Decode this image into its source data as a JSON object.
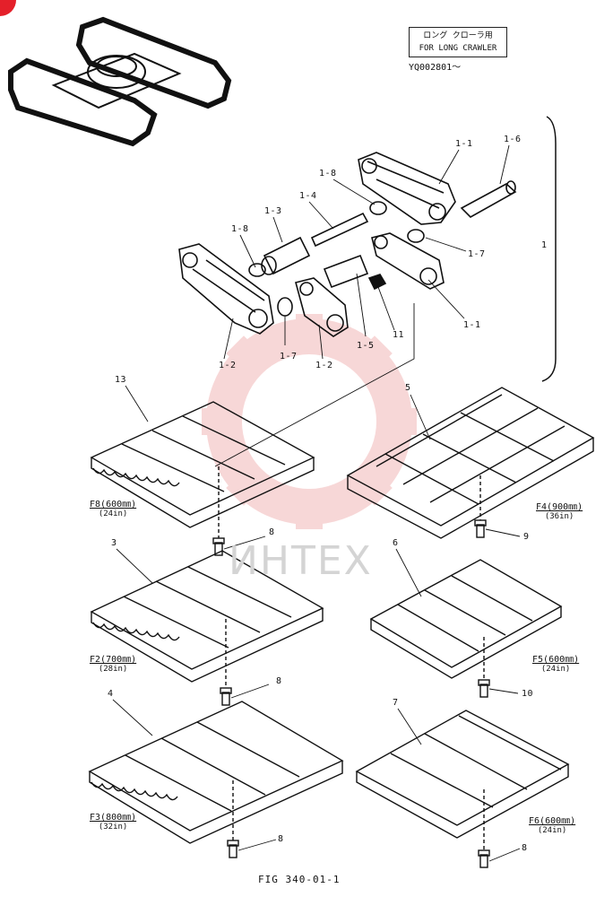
{
  "header": {
    "title_jp": "ロング クローラ用",
    "title_en": "FOR LONG CRAWLER",
    "serial": "YQ002801～"
  },
  "group_label": "1",
  "callouts": {
    "c1_1_top": "1-1",
    "c1_6": "1-6",
    "c1_8_top": "1-8",
    "c1_4": "1-4",
    "c1_3": "1-3",
    "c1_8_left": "1-8",
    "c1_7_right": "1-7",
    "c1_1_bottom": "1-1",
    "c11": "11",
    "c1_5": "1-5",
    "c1_2_left": "1-2",
    "c1_7_mid": "1-7",
    "c1_2_mid": "1-2",
    "c13": "13",
    "c5": "5",
    "c3": "3",
    "c6": "6",
    "c4": "4",
    "c7": "7",
    "c8_a": "8",
    "c8_b": "8",
    "c8_c": "8",
    "c8_d": "8",
    "c9": "9",
    "c10": "10"
  },
  "shoes": {
    "f8": {
      "code": "F8",
      "metric": "(600㎜)",
      "imperial": "(24in)"
    },
    "f4": {
      "code": "F4",
      "metric": "(900㎜)",
      "imperial": "(36in)"
    },
    "f2": {
      "code": "F2",
      "metric": "(700㎜)",
      "imperial": "(28in)"
    },
    "f5": {
      "code": "F5",
      "metric": "(600㎜)",
      "imperial": "(24in)"
    },
    "f3": {
      "code": "F3",
      "metric": "(800㎜)",
      "imperial": "(32in)"
    },
    "f6": {
      "code": "F6",
      "metric": "(600㎜)",
      "imperial": "(24in)"
    }
  },
  "watermark": "ИНТЕХ",
  "figure_caption": "FIG 340-01-1",
  "colors": {
    "line": "#111111",
    "watermark": "#f2b8b8",
    "logo": "#e4202a"
  }
}
